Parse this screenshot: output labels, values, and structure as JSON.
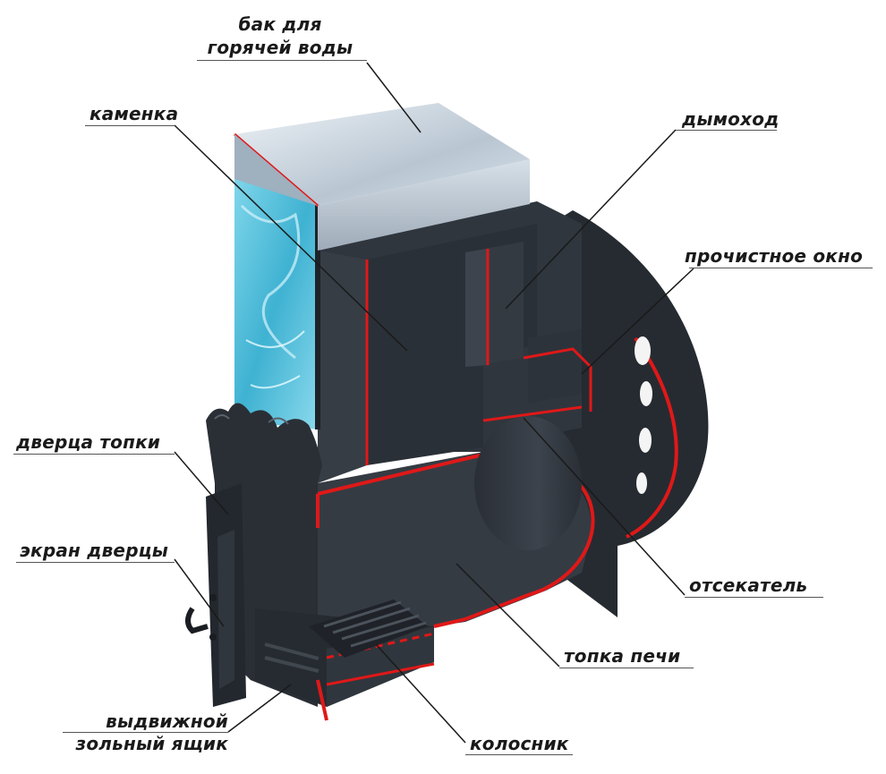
{
  "labels": {
    "hot_water_tank": [
      "бак для",
      "горячей воды"
    ],
    "stone_box": "каменка",
    "chimney": "дымоход",
    "cleaning_window": "прочистное окно",
    "firebox_door": "дверца топки",
    "door_screen": "экран дверцы",
    "baffle": "отсекатель",
    "furnace": "топка печи",
    "ash_drawer": [
      "выдвижной",
      "зольный ящик"
    ],
    "grate": "колосник"
  },
  "colors": {
    "steel_dark": "#2b3037",
    "steel_mid": "#3a4048",
    "cut_edge": "#e01818",
    "water": "#5cc4de",
    "tank_metal": "#c8d2dc"
  }
}
